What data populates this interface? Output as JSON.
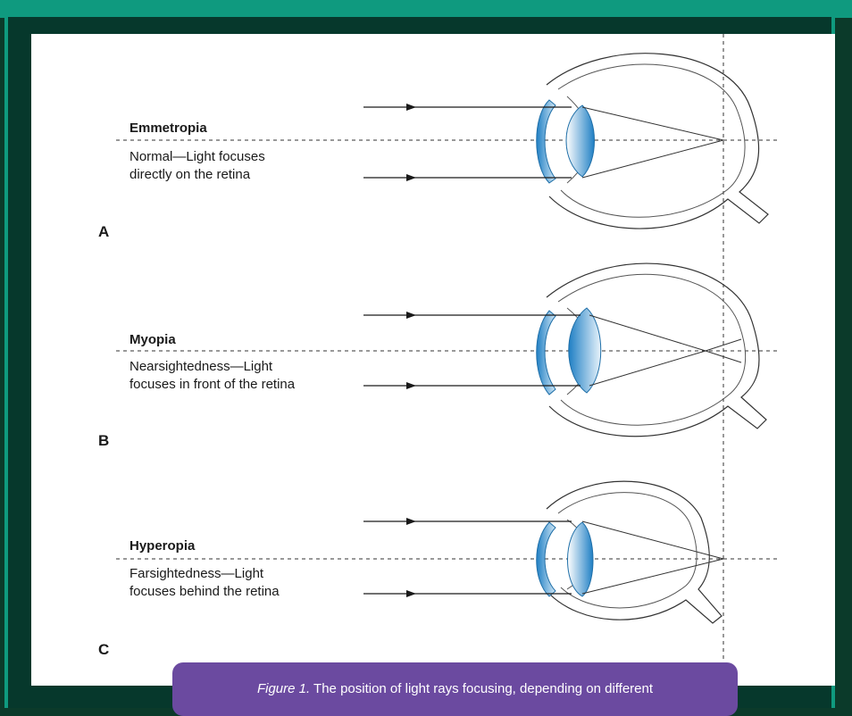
{
  "panels": [
    {
      "letter": "A",
      "title": "Emmetropia",
      "desc1": "Normal—Light focuses",
      "desc2": "directly on the retina"
    },
    {
      "letter": "B",
      "title": "Myopia",
      "desc1": "Nearsightedness—Light",
      "desc2": "focuses in front of the retina"
    },
    {
      "letter": "C",
      "title": "Hyperopia",
      "desc1": "Farsightedness—Light",
      "desc2": "focuses behind the retina"
    }
  ],
  "caption": {
    "figure_label": "Figure 1.",
    "text": " The position of light rays focusing, depending on different"
  },
  "colors": {
    "frame": "#0f9a7f",
    "background": "#06382c",
    "caption_bg": "#6b4aa0",
    "lens_blue": "#2a86c8"
  }
}
